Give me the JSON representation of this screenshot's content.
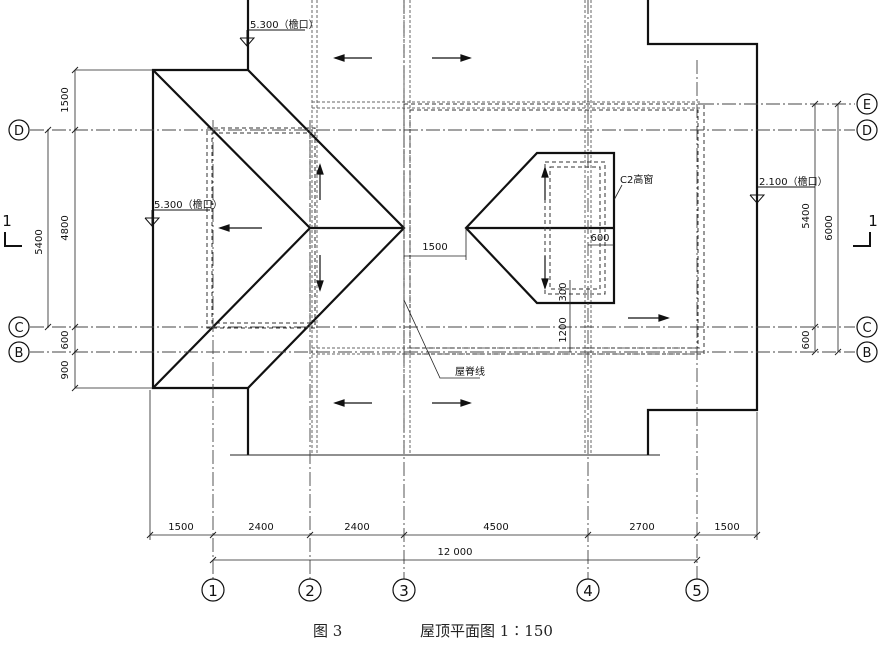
{
  "caption": {
    "figure": "图 3",
    "title": "屋顶平面图 1∶150"
  },
  "axes": {
    "vertical": [
      "1",
      "2",
      "3",
      "4",
      "5"
    ],
    "horizontal": [
      "E",
      "D",
      "C",
      "B"
    ],
    "left_horizontal": [
      "D",
      "C",
      "B"
    ]
  },
  "section_mark": "1",
  "elevations": {
    "top": "5.300（檐口）",
    "left": "5.300（檐口）",
    "right": "2.100（檐口）"
  },
  "annotations": {
    "window": "C2高窗",
    "ridge": "屋脊线"
  },
  "dimensions": {
    "bottom_segments": [
      "1500",
      "2400",
      "2400",
      "4500",
      "2700",
      "1500"
    ],
    "bottom_total": "12 000",
    "left_outer": [
      "1500",
      "4800",
      "600",
      "900"
    ],
    "left_inner": "5400",
    "right_inner": "5400",
    "right_outer": "6000",
    "right_bottom": "600",
    "ridge_gap": "1500",
    "window_width": "600",
    "window_h1": "300",
    "window_h2": "1200"
  }
}
